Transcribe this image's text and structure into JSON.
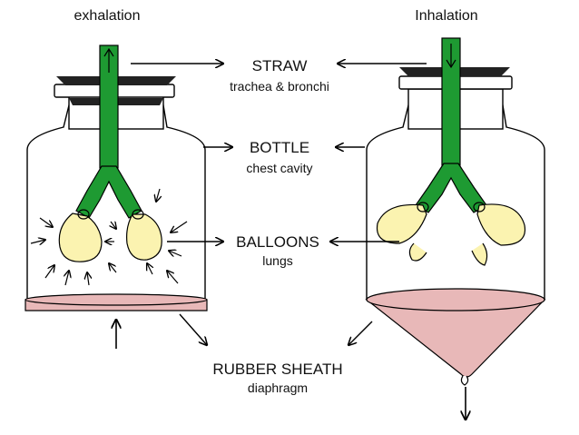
{
  "left_title": "exhalation",
  "right_title": "Inhalation",
  "labels": {
    "straw": {
      "title": "STRAW",
      "subtitle": "trachea & bronchi"
    },
    "bottle": {
      "title": "BOTTLE",
      "subtitle": "chest cavity"
    },
    "balloons": {
      "title": "BALLOONS",
      "subtitle": "lungs"
    },
    "sheath": {
      "title": "RUBBER SHEATH",
      "subtitle": "diaphragm"
    }
  },
  "colors": {
    "straw": "#1e9a32",
    "balloon": "#fbf3b0",
    "sheath": "#e8b8b8",
    "cap": "#222222",
    "ink": "#000000"
  }
}
